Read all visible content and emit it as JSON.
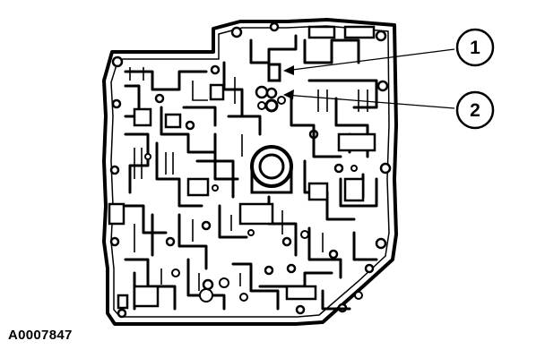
{
  "figure": {
    "id_label": "A0007847"
  },
  "callouts": [
    {
      "number": "1"
    },
    {
      "number": "2"
    }
  ],
  "colors": {
    "ink": "#000000",
    "paper": "#ffffff"
  }
}
